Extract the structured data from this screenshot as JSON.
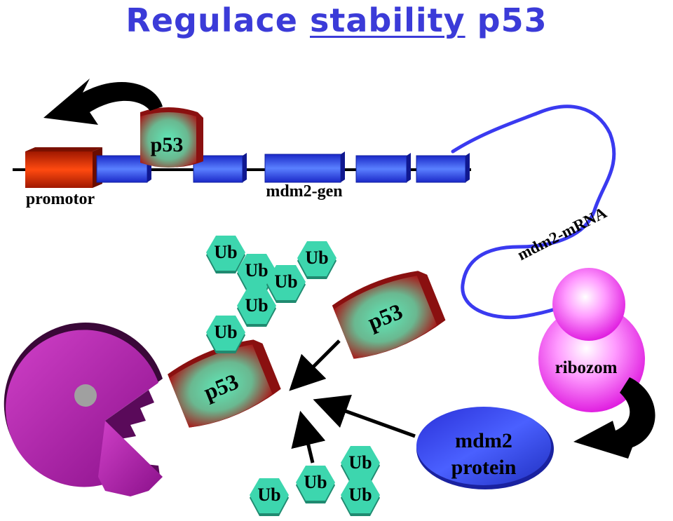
{
  "title": {
    "part1": "Regulace",
    "part2": "stability",
    "part3": "p53"
  },
  "labels": {
    "promotor": "promotor",
    "gene": "mdm2-gen",
    "mrna": "mdm2-mRNA",
    "ribosome": "ribozom",
    "protein_line1": "mdm2",
    "protein_line2": "protein",
    "p53_on_gene": "p53",
    "p53_free": "p53",
    "p53_target": "p53",
    "ub": "Ub"
  },
  "colors": {
    "title": "#3b3bd8",
    "exon": "#2f3fe0",
    "promotor": "#d8300a",
    "p53_center": "#5fe0b0",
    "p53_edge": "#a01010",
    "ub": "#3dd6ae",
    "ribosome": "#f060f0",
    "protein": "#3a48f0",
    "proteasome": "#b020b0",
    "mrna": "#3a3af0"
  }
}
